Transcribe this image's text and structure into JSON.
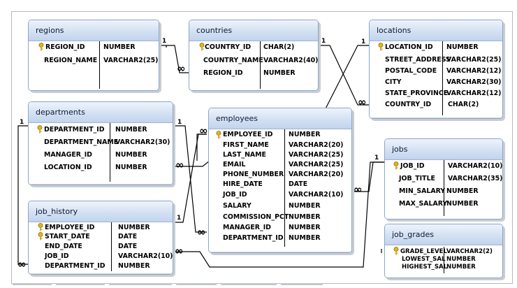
{
  "tables": {
    "regions": {
      "title": "regions",
      "columns": [
        {
          "name": "REGION_ID",
          "type": "NUMBER",
          "key": true
        },
        {
          "name": "REGION_NAME",
          "type": "VARCHAR2(25)",
          "key": false
        }
      ]
    },
    "countries": {
      "title": "countries",
      "columns": [
        {
          "name": "COUNTRY_ID",
          "type": "CHAR(2)",
          "key": true
        },
        {
          "name": "COUNTRY_NAME",
          "type": "VARCHAR2(40)",
          "key": false
        },
        {
          "name": "REGION_ID",
          "type": "NUMBER",
          "key": false
        }
      ]
    },
    "locations": {
      "title": "locations",
      "columns": [
        {
          "name": "LOCATION_ID",
          "type": "NUMBER",
          "key": true
        },
        {
          "name": "STREET_ADDRESS",
          "type": "VARCHAR2(25)",
          "key": false
        },
        {
          "name": "POSTAL_CODE",
          "type": "VARCHAR2(12)",
          "key": false
        },
        {
          "name": "CITY",
          "type": "VARCHAR2(30)",
          "key": false
        },
        {
          "name": "STATE_PROVINCE",
          "type": "VARCHAR2(12)",
          "key": false
        },
        {
          "name": "COUNTRY_ID",
          "type": "CHAR(2)",
          "key": false
        }
      ]
    },
    "departments": {
      "title": "departments",
      "columns": [
        {
          "name": "DEPARTMENT_ID",
          "type": "NUMBER",
          "key": true
        },
        {
          "name": "DEPARTMENT_NAME",
          "type": "VARCHAR2(30)",
          "key": false
        },
        {
          "name": "MANAGER_ID",
          "type": "NUMBER",
          "key": false
        },
        {
          "name": "LOCATION_ID",
          "type": "NUMBER",
          "key": false
        }
      ]
    },
    "employees": {
      "title": "employees",
      "columns": [
        {
          "name": "EMPLOYEE_ID",
          "type": "NUMBER",
          "key": true
        },
        {
          "name": "FIRST_NAME",
          "type": "VARCHAR2(20)",
          "key": false
        },
        {
          "name": "LAST_NAME",
          "type": "VARCHAR2(25)",
          "key": false
        },
        {
          "name": "EMAIL",
          "type": "VARCHAR2(25)",
          "key": false
        },
        {
          "name": "PHONE_NUMBER",
          "type": "VARCHAR2(20)",
          "key": false
        },
        {
          "name": "HIRE_DATE",
          "type": "DATE",
          "key": false
        },
        {
          "name": "JOB_ID",
          "type": "VARCHAR2(10)",
          "key": false
        },
        {
          "name": "SALARY",
          "type": "NUMBER",
          "key": false
        },
        {
          "name": "COMMISSION_PCT",
          "type": "NUMBER",
          "key": false
        },
        {
          "name": "MANAGER_ID",
          "type": "NUMBER",
          "key": false
        },
        {
          "name": "DEPARTMENT_ID",
          "type": "NUMBER",
          "key": false
        }
      ]
    },
    "jobs": {
      "title": "jobs",
      "columns": [
        {
          "name": "JOB_ID",
          "type": "VARCHAR2(10)",
          "key": true
        },
        {
          "name": "JOB_TITLE",
          "type": "VARCHAR2(35)",
          "key": false
        },
        {
          "name": "MIN_SALARY",
          "type": "NUMBER",
          "key": false
        },
        {
          "name": "MAX_SALARY",
          "type": "NUMBER",
          "key": false
        }
      ]
    },
    "job_history": {
      "title": "job_history",
      "columns": [
        {
          "name": "EMPLOYEE_ID",
          "type": "NUMBER",
          "key": true
        },
        {
          "name": "START_DATE",
          "type": "DATE",
          "key": true
        },
        {
          "name": "END_DATE",
          "type": "DATE",
          "key": false
        },
        {
          "name": "JOB_ID",
          "type": "VARCHAR2(10)",
          "key": false
        },
        {
          "name": "DEPARTMENT_ID",
          "type": "NUMBER",
          "key": false
        }
      ]
    },
    "job_grades": {
      "title": "job_grades",
      "columns": [
        {
          "name": "GRADE_LEVEL",
          "type": "VARCHAR2(2)",
          "key": true
        },
        {
          "name": "LOWEST_SAL",
          "type": "NUMBER",
          "key": false
        },
        {
          "name": "HIGHEST_SAL",
          "type": "NUMBER",
          "key": false
        }
      ]
    }
  },
  "cardinality": {
    "one": "1",
    "many": "∞"
  }
}
